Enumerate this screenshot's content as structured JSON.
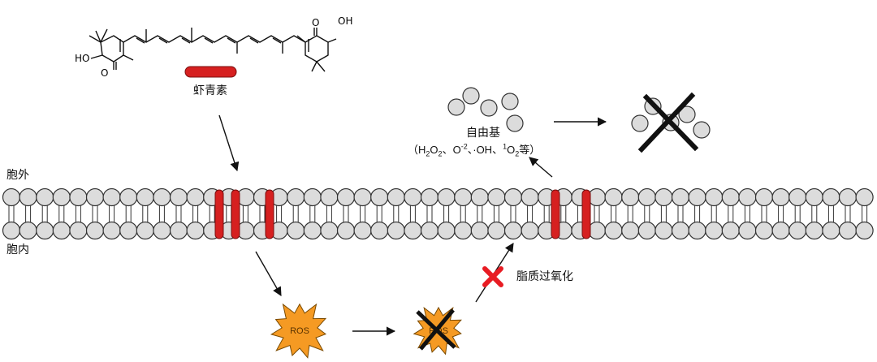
{
  "compound": {
    "name": "虾青素",
    "hydroxyl_left": "HO",
    "hydroxyl_right": "OH",
    "oxygen_left": "O",
    "oxygen_right": "O"
  },
  "membrane": {
    "outside_label": "胞外",
    "inside_label": "胞内"
  },
  "radicals": {
    "title": "自由基",
    "open_paren": "（",
    "h2o2_a": "H",
    "h2o2_sub1": "2",
    "h2o2_b": "O",
    "h2o2_sub2": "2",
    "sep1": "、",
    "superoxide": "O",
    "superoxide_sup": "-2",
    "sep2": "、",
    "hydroxyl": "·OH",
    "sep3": "、",
    "singlet_sup": "1",
    "singlet_o": "O",
    "singlet_sub": "2",
    "etc": "等）"
  },
  "ros": {
    "active_label": "ROS",
    "blocked_label": "ROS"
  },
  "lipid_peroxidation": {
    "label": "脂质过氧化"
  },
  "colors": {
    "astaxanthin_red": "#d62020",
    "ros_orange": "#f59a23",
    "blocked_x_red": "#e81c23",
    "head_fill": "#dcdcdc",
    "outline": "#333333"
  }
}
